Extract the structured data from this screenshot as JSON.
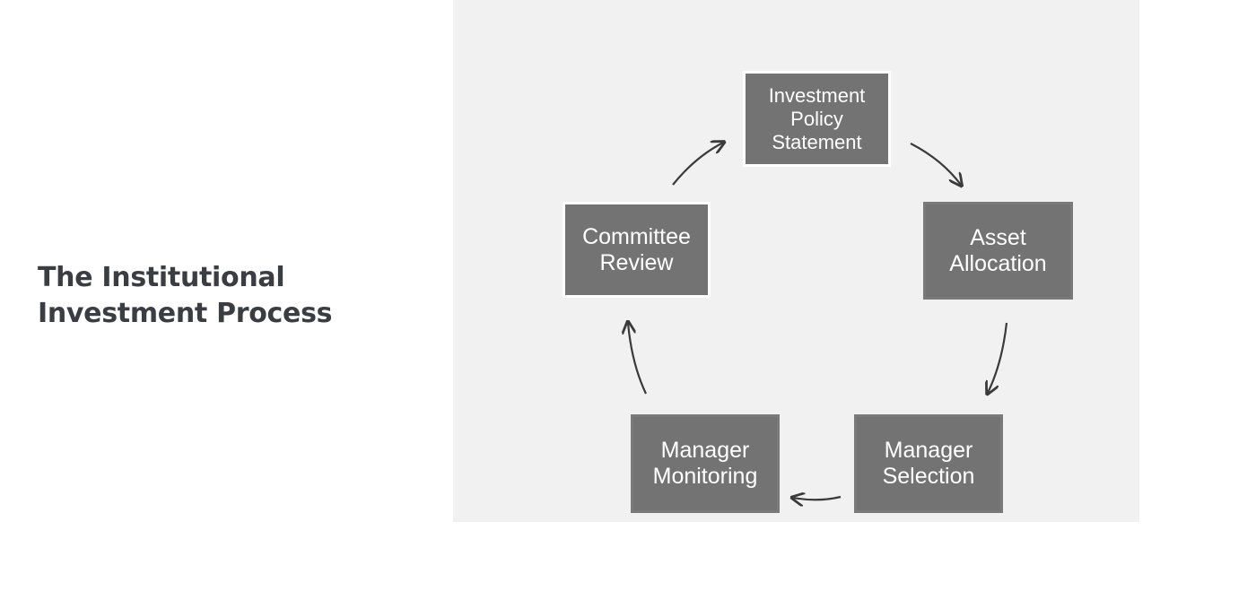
{
  "title": {
    "line1": "The Institutional",
    "line2": "Investment Process"
  },
  "diagram": {
    "type": "cycle",
    "nodes": [
      {
        "id": "ips",
        "lines": [
          "Investment",
          "Policy",
          "Statement"
        ]
      },
      {
        "id": "asset",
        "lines": [
          "Asset",
          "Allocation"
        ]
      },
      {
        "id": "selection",
        "lines": [
          "Manager",
          "Selection"
        ]
      },
      {
        "id": "monitoring",
        "lines": [
          "Manager",
          "Monitoring"
        ]
      },
      {
        "id": "review",
        "lines": [
          "Committee",
          "Review"
        ]
      }
    ],
    "edges": [
      {
        "from": "ips",
        "to": "asset"
      },
      {
        "from": "asset",
        "to": "selection"
      },
      {
        "from": "selection",
        "to": "monitoring"
      },
      {
        "from": "monitoring",
        "to": "review"
      },
      {
        "from": "review",
        "to": "ips"
      }
    ],
    "colors": {
      "panel": "#f1f1f1",
      "box": "#737373",
      "box_text": "#ffffff",
      "arrow": "#3a3a3a",
      "title": "#3a3d42"
    }
  }
}
